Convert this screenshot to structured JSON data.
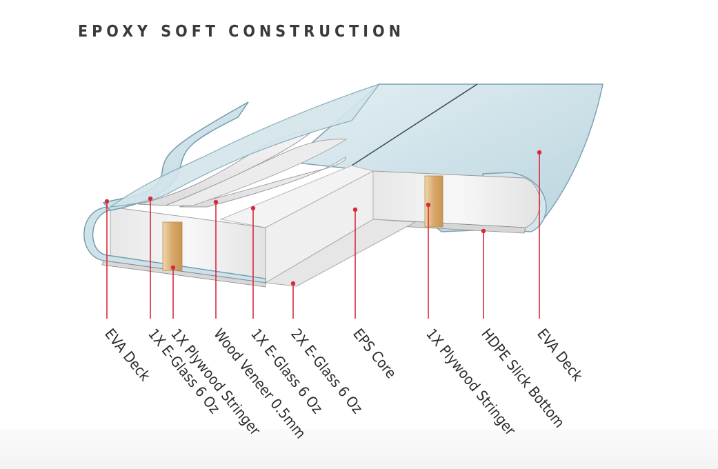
{
  "title": "EPOXY SOFT CONSTRUCTION",
  "colors": {
    "accent": "#d7283c",
    "deck": "#c6dde6",
    "deck_edge": "#6f9aaa",
    "wood": "#d9ae74",
    "core": "#f0f0f0"
  },
  "labels": [
    "EVA Deck",
    "1X E-Glass 6 Oz",
    "1X Plywood Stringer",
    "Wood Veneer 0.5mm",
    "1X E-Glass 6 Oz",
    "2X E-Glass 6 Oz",
    "EPS Core",
    "1X Plywood Stringer",
    "HDPE Slick Bottom",
    "EVA Deck"
  ]
}
